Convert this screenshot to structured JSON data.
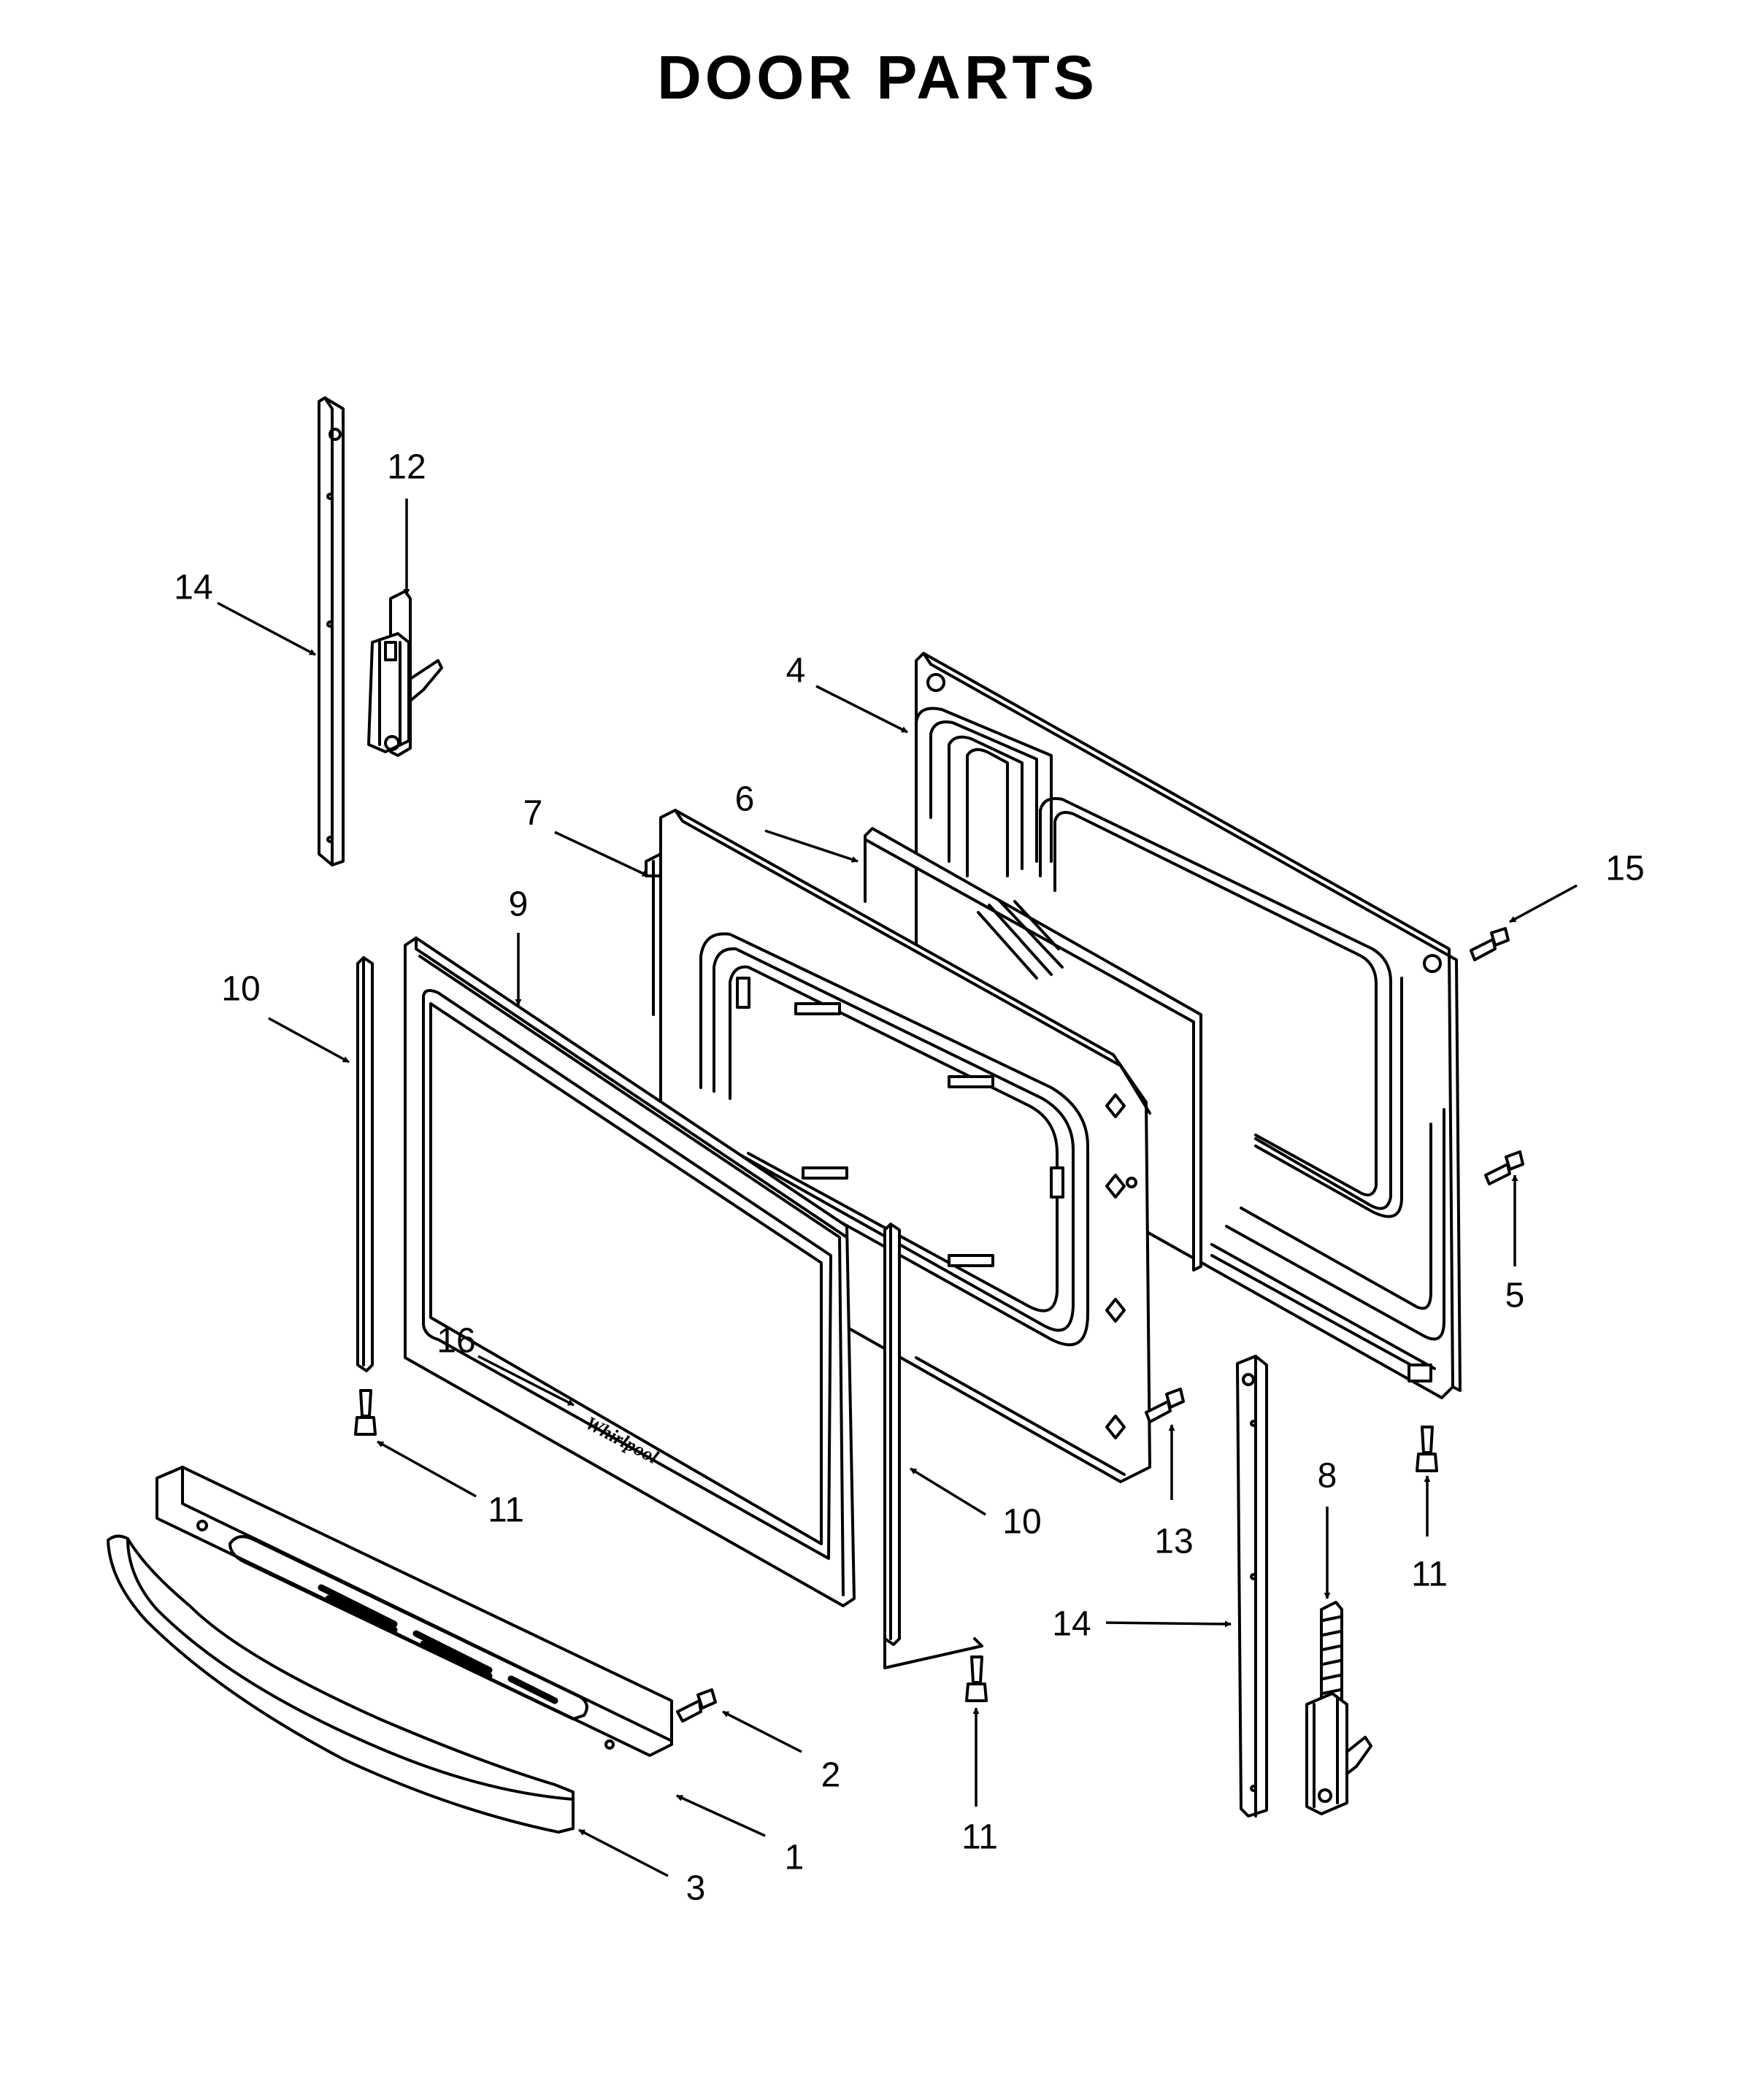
{
  "title": "DOOR PARTS",
  "logo_text": "Whirlpool",
  "callouts": [
    {
      "id": "c14a",
      "text": "14"
    },
    {
      "id": "c12",
      "text": "12"
    },
    {
      "id": "c4",
      "text": "4"
    },
    {
      "id": "c6",
      "text": "6"
    },
    {
      "id": "c7",
      "text": "7"
    },
    {
      "id": "c15",
      "text": "15"
    },
    {
      "id": "c9",
      "text": "9"
    },
    {
      "id": "c10a",
      "text": "10"
    },
    {
      "id": "c5",
      "text": "5"
    },
    {
      "id": "c16",
      "text": "16"
    },
    {
      "id": "c11a",
      "text": "11"
    },
    {
      "id": "c10b",
      "text": "10"
    },
    {
      "id": "c13",
      "text": "13"
    },
    {
      "id": "c8",
      "text": "8"
    },
    {
      "id": "c11b",
      "text": "11"
    },
    {
      "id": "c14b",
      "text": "14"
    },
    {
      "id": "c2",
      "text": "2"
    },
    {
      "id": "c1",
      "text": "1"
    },
    {
      "id": "c11c",
      "text": "11"
    },
    {
      "id": "c3",
      "text": "3"
    }
  ]
}
